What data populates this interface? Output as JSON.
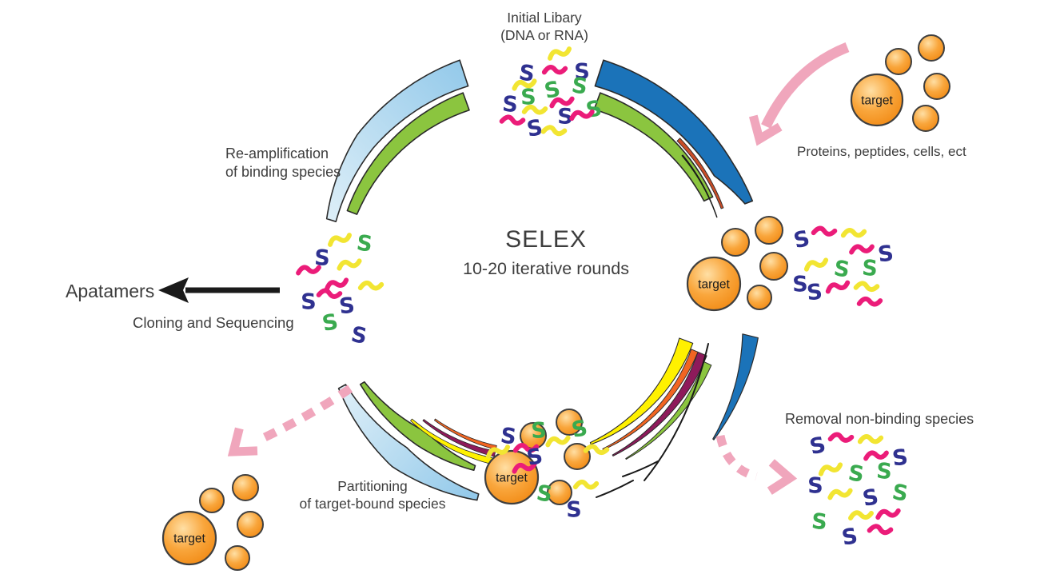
{
  "page": {
    "background": "#FFFFFF"
  },
  "labels": {
    "initial_library_line1": "Initial Libary",
    "initial_library_line2": "(DNA or RNA)",
    "selex_title": "SELEX",
    "selex_subtitle": "10-20 iterative rounds",
    "target": "target",
    "proteins_caption": "Proteins, peptides, cells, ect",
    "reamplification_line1": "Re-amplification",
    "reamplification_line2": "of binding species",
    "aptamers": "Apatamers",
    "cloning": "Cloning and Sequencing",
    "partitioning_line1": "Partitioning",
    "partitioning_line2": "of target-bound species",
    "removal": "Removal non-binding species"
  },
  "colors": {
    "dark_blue": "#1B73B9",
    "light_blue": "#8FC7E9",
    "light_blue_pale": "#DEEFF8",
    "green_band": "#8BC53F",
    "yellow_band": "#FFF100",
    "maroon_band": "#8E1A5B",
    "orange_stripe": "#F16522",
    "red_stripe": "#C94C27",
    "pink_arrow": "#F0A6BC",
    "squiggle_blue": "#2F3190",
    "squiggle_green": "#3AAA4F",
    "squiggle_pink": "#EB1C79",
    "squiggle_yellow": "#F2E532",
    "target_orange_light": "#FFDFA4",
    "target_orange": "#F9A63C",
    "target_orange_deep": "#F0860F",
    "black": "#1A1A1A",
    "outline": "#2B2B2B",
    "text": "#3D3D3D"
  },
  "clusters": {
    "squiggles": [
      {
        "name": "initial-library-pool",
        "items": [
          [
            700,
            67,
            "w",
            "y"
          ],
          [
            659,
            92,
            "S",
            "b"
          ],
          [
            694,
            88,
            "w",
            "p"
          ],
          [
            728,
            90,
            "S",
            "b"
          ],
          [
            656,
            106,
            "w",
            "y"
          ],
          [
            691,
            113,
            "S",
            "g"
          ],
          [
            725,
            108,
            "S",
            "g"
          ],
          [
            638,
            131,
            "S",
            "b"
          ],
          [
            661,
            122,
            "S",
            "g"
          ],
          [
            703,
            128,
            "w",
            "p"
          ],
          [
            743,
            137,
            "S",
            "g"
          ],
          [
            641,
            151,
            "w",
            "p"
          ],
          [
            669,
            138,
            "w",
            "y"
          ],
          [
            707,
            146,
            "S",
            "b"
          ],
          [
            728,
            144,
            "w",
            "p"
          ],
          [
            669,
            161,
            "S",
            "b"
          ],
          [
            693,
            164,
            "w",
            "y"
          ]
        ]
      },
      {
        "name": "aptamer-pool",
        "items": [
          [
            425,
            300,
            "w",
            "y"
          ],
          [
            456,
            305,
            "S",
            "g"
          ],
          [
            403,
            323,
            "S",
            "b"
          ],
          [
            386,
            338,
            "w",
            "p"
          ],
          [
            437,
            331,
            "w",
            "y"
          ],
          [
            421,
            356,
            "w",
            "p"
          ],
          [
            412,
            368,
            "w",
            "p"
          ],
          [
            464,
            358,
            "w",
            "y"
          ],
          [
            386,
            378,
            "S",
            "b"
          ],
          [
            434,
            383,
            "S",
            "b"
          ],
          [
            413,
            404,
            "S",
            "g"
          ],
          [
            449,
            420,
            "S",
            "b"
          ]
        ]
      },
      {
        "name": "mixture-pool",
        "items": [
          [
            1003,
            300,
            "S",
            "b"
          ],
          [
            1031,
            290,
            "w",
            "p"
          ],
          [
            1068,
            292,
            "w",
            "y"
          ],
          [
            1078,
            312,
            "w",
            "p"
          ],
          [
            1108,
            318,
            "S",
            "b"
          ],
          [
            1021,
            331,
            "w",
            "y"
          ],
          [
            1053,
            337,
            "S",
            "g"
          ],
          [
            1088,
            336,
            "S",
            "g"
          ],
          [
            1001,
            356,
            "S",
            "b"
          ],
          [
            1019,
            366,
            "S",
            "b"
          ],
          [
            1048,
            359,
            "w",
            "p"
          ],
          [
            1084,
            359,
            "w",
            "y"
          ],
          [
            1088,
            378,
            "w",
            "p"
          ]
        ]
      },
      {
        "name": "non-binding-pool",
        "items": [
          [
            1023,
            558,
            "S",
            "b"
          ],
          [
            1052,
            548,
            "w",
            "p"
          ],
          [
            1089,
            550,
            "w",
            "y"
          ],
          [
            1096,
            570,
            "w",
            "p"
          ],
          [
            1126,
            573,
            "S",
            "b"
          ],
          [
            1039,
            587,
            "w",
            "y"
          ],
          [
            1071,
            593,
            "S",
            "g"
          ],
          [
            1106,
            590,
            "S",
            "g"
          ],
          [
            1020,
            608,
            "S",
            "b"
          ],
          [
            1051,
            618,
            "w",
            "y"
          ],
          [
            1089,
            623,
            "S",
            "b"
          ],
          [
            1126,
            617,
            "S",
            "g"
          ],
          [
            1025,
            653,
            "S",
            "g"
          ],
          [
            1077,
            645,
            "w",
            "y"
          ],
          [
            1111,
            643,
            "w",
            "p"
          ],
          [
            1063,
            672,
            "S",
            "b"
          ],
          [
            1101,
            663,
            "w",
            "p"
          ]
        ]
      },
      {
        "name": "bound-species",
        "items": [
          [
            623,
            565,
            "w",
            "y"
          ],
          [
            636,
            546,
            "S",
            "b"
          ],
          [
            658,
            561,
            "w",
            "p"
          ],
          [
            674,
            539,
            "S",
            "g"
          ],
          [
            656,
            585,
            "w",
            "p"
          ],
          [
            669,
            572,
            "S",
            "b"
          ],
          [
            681,
            618,
            "S",
            "g"
          ],
          [
            733,
            607,
            "w",
            "y"
          ],
          [
            718,
            638,
            "S",
            "b"
          ],
          [
            698,
            552,
            "w",
            "y"
          ],
          [
            725,
            537,
            "S",
            "g"
          ],
          [
            746,
            563,
            "w",
            "y"
          ]
        ]
      }
    ],
    "targets": [
      {
        "name": "target-input-cluster",
        "big": [
          1097,
          125,
          32
        ],
        "small": [
          [
            1124,
            77,
            16
          ],
          [
            1165,
            60,
            16
          ],
          [
            1172,
            108,
            16
          ],
          [
            1158,
            148,
            16
          ]
        ]
      },
      {
        "name": "target-mixture-cluster",
        "big": [
          893,
          355,
          33
        ],
        "small": [
          [
            920,
            303,
            17
          ],
          [
            962,
            288,
            17
          ],
          [
            968,
            333,
            17
          ],
          [
            950,
            372,
            15
          ]
        ]
      },
      {
        "name": "target-bound-cluster",
        "big": [
          640,
          597,
          33
        ],
        "small": [
          [
            667,
            545,
            16
          ],
          [
            712,
            528,
            16
          ],
          [
            722,
            571,
            16
          ],
          [
            700,
            616,
            15
          ]
        ]
      },
      {
        "name": "target-output-cluster",
        "big": [
          237,
          673,
          33
        ],
        "small": [
          [
            265,
            626,
            15
          ],
          [
            307,
            610,
            16
          ],
          [
            313,
            656,
            16
          ],
          [
            297,
            698,
            15
          ]
        ]
      }
    ]
  }
}
